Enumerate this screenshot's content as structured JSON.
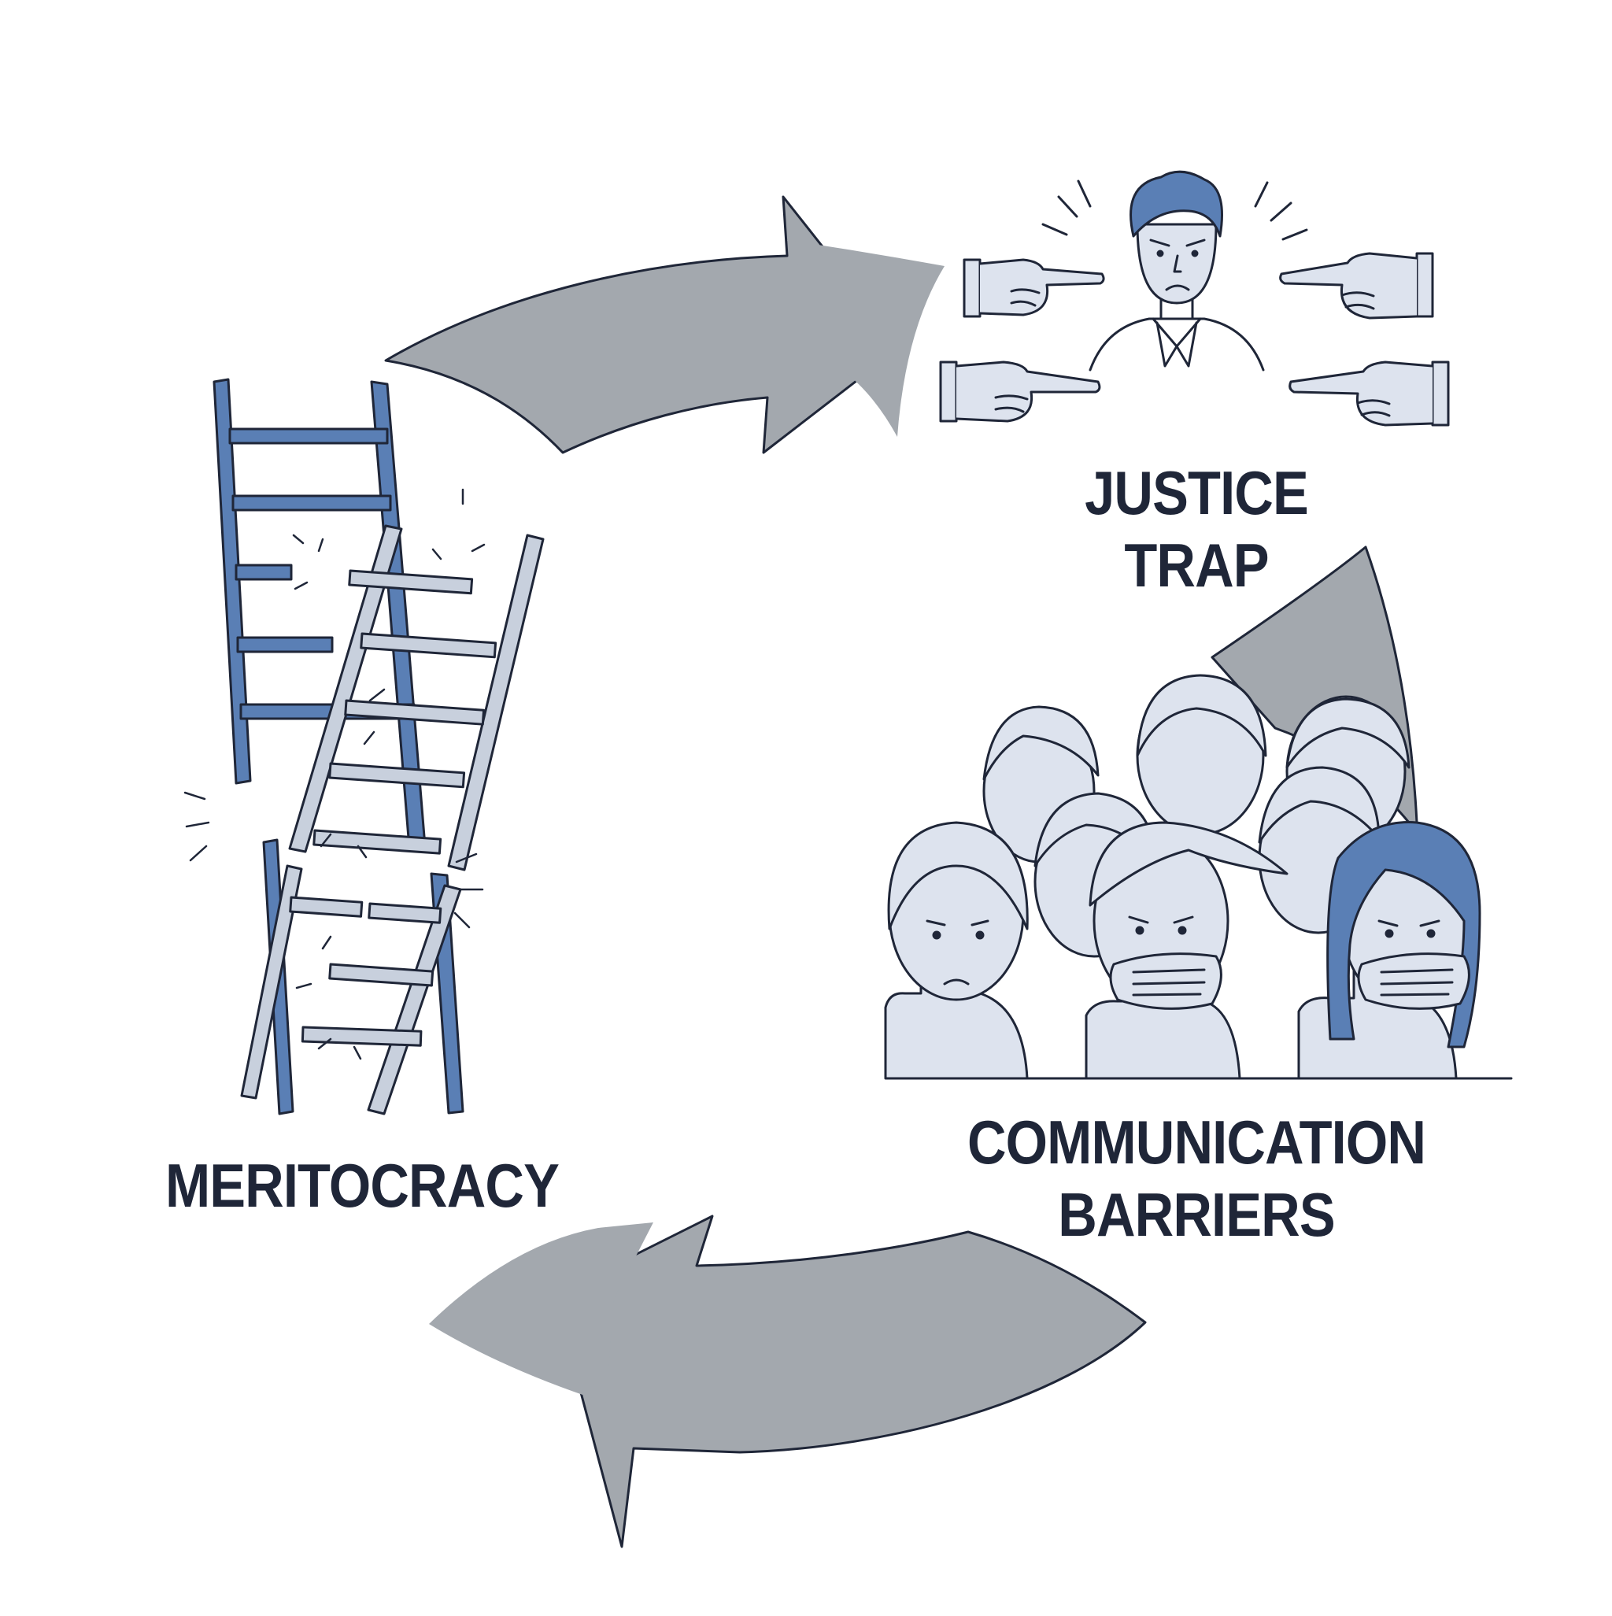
{
  "diagram": {
    "nodes": [
      {
        "id": "justice_trap",
        "lines": [
          "JUSTICE",
          "TRAP"
        ],
        "icon": "blamed-person-pointing-fingers-icon"
      },
      {
        "id": "communication_barriers",
        "lines": [
          "COMMUNICATION",
          "BARRIERS"
        ],
        "icon": "silenced-crowd-icon"
      },
      {
        "id": "meritocracy",
        "lines": [
          "MERITOCRACY"
        ],
        "icon": "broken-ladder-icon"
      }
    ],
    "edges": [
      {
        "from": "meritocracy",
        "to": "justice_trap"
      },
      {
        "from": "justice_trap",
        "to": "communication_barriers"
      },
      {
        "from": "communication_barriers",
        "to": "meritocracy"
      }
    ],
    "colors": {
      "arrow_fill": "#a3a8ae",
      "outline": "#1f2638",
      "accent_blue": "#5a7fb5",
      "light_fill": "#dde3ee",
      "text": "#1f2638"
    }
  }
}
